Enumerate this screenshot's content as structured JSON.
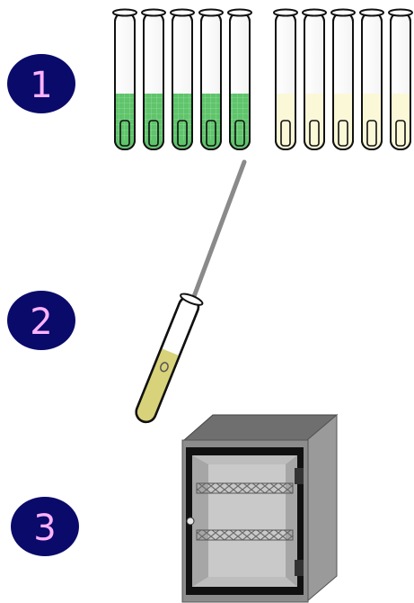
{
  "steps": [
    {
      "label": "1"
    },
    {
      "label": "2"
    },
    {
      "label": "3"
    }
  ],
  "colors": {
    "badge_fill": "#0a0a6b",
    "badge_text": "#ffb3ff",
    "green_medium": "#5fc46b",
    "yellow_medium": "#fbf8d8",
    "inoculated_tube": "#d8d27a",
    "incubator_body": "#8c8c8c",
    "incubator_top": "#6f6f6f"
  },
  "tube_rack": {
    "green_tube_count": 5,
    "yellow_tube_count": 5
  },
  "icons": [
    "test-tube-icon",
    "transfer-pipette-icon",
    "incubator-icon"
  ]
}
